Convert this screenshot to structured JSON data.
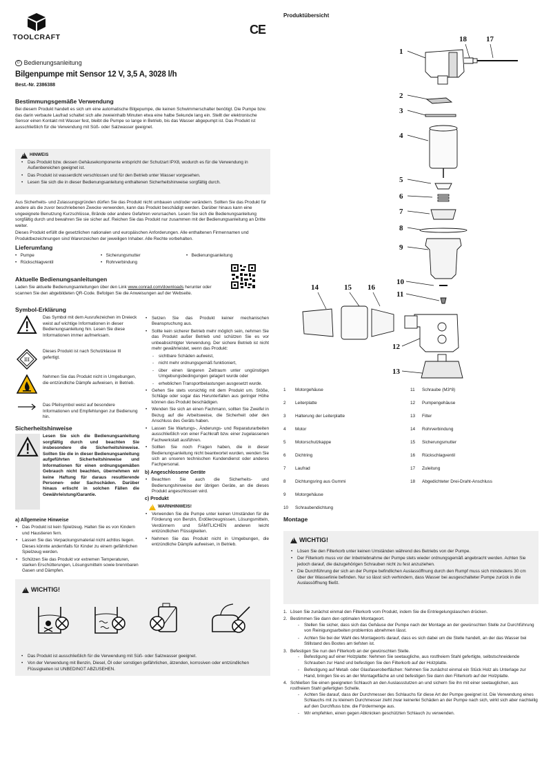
{
  "brand": "TOOLCRAFT",
  "ce_mark": "CE",
  "manual_label": "Bedienungsanleitung",
  "lang_badge": "D",
  "title": "Bilgenpumpe mit Sensor 12 V, 3,5 A, 3028 l/h",
  "order_no": "Best.-Nr. 2386388",
  "intended_use": {
    "heading": "Bestimmungsgemäße Verwendung",
    "text": "Bei diesem Produkt handelt es sich um eine automatische Bilgepumpe, die keinen Schwimmerschalter benötigt. Die Pumpe bzw. das darin verbaute Laufrad schaltet sich alle zweieinhalb Minuten etwa eine halbe Sekunde lang ein. Stellt der elektronische Sensor einen Kontakt mit Wasser fest, bleibt die Pumpe so lange in Betrieb, bis das Wasser abgepumpt ist. Das Produkt ist ausschließlich für die Verwendung mit Süß- oder Salzwasser geeignet."
  },
  "hint": {
    "label": "HINWEIS",
    "items": [
      "Das Produkt bzw. dessen Gehäusekomponente entspricht der Schutzart IPX8, wodurch es für die Verwendung in Außenbereichen geeignet ist.",
      "Das Produkt ist wasserdicht verschlossen und für den Betrieb unter Wasser vorgesehen.",
      "Lesen Sie sich die in dieser Bedienungsanleitung enthaltenen Sicherheitshinweise sorgfältig durch."
    ]
  },
  "safety_para1": "Aus Sicherheits- und Zulassungsgründen dürfen Sie das Produkt nicht umbauen und/oder verändern. Sollten Sie das Produkt für andere als die zuvor beschriebenen Zwecke verwenden, kann das Produkt beschädigt werden. Darüber hinaus kann eine ungeeignete Benutzung Kurzschlüsse, Brände oder andere Gefahren verursachen. Lesen Sie sich die Bedienungsanleitung sorgfältig durch und bewahren Sie sie sicher auf. Reichen Sie das Produkt nur zusammen mit der Bedienungsanleitung an Dritte weiter.",
  "safety_para2": "Dieses Produkt erfüllt die gesetzlichen nationalen und europäischen Anforderungen. Alle enthaltenen Firmennamen und Produktbezeichnungen sind Warenzeichen der jeweiligen Inhaber. Alle Rechte vorbehalten.",
  "delivery": {
    "heading": "Lieferumfang",
    "items": [
      "Pumpe",
      "Sicherungsmutter",
      "Bedienungsanleitung",
      "Rückschlagventil",
      "Rohrverbindung"
    ]
  },
  "current_manuals": {
    "heading": "Aktuelle Bedienungsanleitungen",
    "text_before": "Laden Sie aktuelle Bedienungsanleitungen über den Link ",
    "link": "www.conrad.com/downloads",
    "text_after": " herunter oder scannen Sie den abgebildeten QR-Code. Befolgen Sie die Anweisungen auf der Webseite."
  },
  "symbols": {
    "heading": "Symbol-Erklärung",
    "items": [
      "Das Symbol mit dem Ausrufezeichen im Dreieck weist auf wichtige Informationen in dieser Bedienungsanleitung hin. Lesen Sie diese Informationen immer aufmerksam.",
      "Dieses Produkt ist nach Schutzklasse III gefertigt.",
      "Nehmen Sie das Produkt nicht in Umgebungen, die entzündliche Dämpfe aufweisen, in Betrieb.",
      "Das Pfeilsymbol weist auf besondere Informationen und Empfehlungen zur Bedienung hin."
    ],
    "class3": "III"
  },
  "safety": {
    "heading": "Sicherheitshinweise",
    "bold_text": "Lesen Sie sich die Bedienungsanleitung sorgfältig durch und beachten Sie insbesondere die Sicherheitshinweise. Sollten Sie die in dieser Bedienungsanleitung aufgeführten Sicherheitshinweise und Informationen für einen ordnungsgemäßen Gebrauch nicht beachten, übernehmen wir keine Haftung für daraus resultierende Personen- oder Sachschäden. Darüber hinaus erlischt in solchen Fällen die Gewährleistung/Garantie."
  },
  "general": {
    "heading": "a) Allgemeine Hinweise",
    "items": [
      "Das Produkt ist kein Spielzeug. Halten Sie es von Kindern und Haustieren fern.",
      "Lassen Sie das Verpackungsmaterial nicht achtlos liegen. Dieses könnte andernfalls für Kinder zu einem gefährlichen Spielzeug werden.",
      "Schützen Sie das Produkt vor extremen Temperaturen, starken Erschütterungen, Lösungsmitteln sowie brennbaren Gasen und Dämpfen."
    ]
  },
  "col2": {
    "items_a": [
      "Setzen Sie das Produkt keiner mechanischen Beanspruchung aus.",
      "Sollte kein sicherer Betrieb mehr möglich sein, nehmen Sie das Produkt außer Betrieb und schützen Sie es vor unbeabsichtigter Verwendung. Der sichere Betrieb ist nicht mehr gewährleistet, wenn das Produkt:"
    ],
    "sub": [
      "sichtbare Schäden aufweist,",
      "nicht mehr ordnungsgemäß funktioniert,",
      "über einen längeren Zeitraum unter ungünstigen Umgebungsbedingungen gelagert wurde oder",
      "erheblichen Transportbelastungen ausgesetzt wurde."
    ],
    "items_b": [
      "Gehen Sie stets vorsichtig mit dem Produkt um. Stöße, Schläge oder sogar das Herunterfallen aus geringer Höhe können das Produkt beschädigen.",
      "Wenden Sie sich an einen Fachmann, sollten Sie Zweifel in Bezug auf die Arbeitsweise, die Sicherheit oder den Anschluss des Geräts haben.",
      "Lassen Sie Wartungs-, Änderungs- und Reparaturarbeiten ausschließlich von einer Fachkraft bzw. einer zugelassenen Fachwerkstatt ausführen.",
      "Sollten Sie noch Fragen haben, die in dieser Bedienungsanleitung nicht beantwortet wurden, wenden Sie sich an unseren technischen Kundendienst oder anderes Fachpersonal."
    ],
    "b_heading": "b) Angeschlossene Geräte",
    "b_items": [
      "Beachten Sie auch die Sicherheits- und Bedienungshinweise der übrigen Geräte, an die dieses Produkt angeschlossen wird."
    ],
    "c_heading": "c) Produkt",
    "c_warn": "WARNHINWEIS!",
    "c_items": [
      "Verwenden Sie die Pumpe unter keinen Umständen für die Förderung von Benzin, Erdölerzeugnissen, Lösungsmitteln, Verdünnern und SÄMTLICHEN anderen leicht entzündlichen Flüssigkeiten.",
      "Nehmen Sie das Produkt nicht in Umgebungen, die entzündliche Dämpfe aufweisen, in Betrieb."
    ]
  },
  "warning_box": {
    "label": "WICHTIG!",
    "items": [
      "Das Produkt ist ausschließlich für die Verwendung mit Süß- oder Salzwasser geeignet.",
      "Von der Verwendung mit Benzin, Diesel, Öl oder sonstigen gefährlichen, ätzenden, korrosiven oder entzündlichen Flüssigkeiten ist UNBEDINGT ABZUSEHEN."
    ]
  },
  "overview": {
    "heading": "Produktübersicht",
    "labels": [
      "1",
      "2",
      "3",
      "4",
      "5",
      "6",
      "7",
      "8",
      "9",
      "10",
      "11",
      "12",
      "13",
      "14",
      "15",
      "16",
      "17",
      "18"
    ]
  },
  "parts_left": [
    [
      "1",
      "Motorgehäuse"
    ],
    [
      "2",
      "Leiterplatte"
    ],
    [
      "3",
      "Halterung der Leiterplatte"
    ],
    [
      "4",
      "Motor"
    ],
    [
      "5",
      "Motorschutzkappe"
    ],
    [
      "6",
      "Dichtring"
    ],
    [
      "7",
      "Laufrad"
    ],
    [
      "8",
      "Dichtungsring aus Gummi"
    ],
    [
      "9",
      "Motorgehäuse"
    ],
    [
      "10",
      "Schraubendichtung"
    ]
  ],
  "parts_right": [
    [
      "11",
      "Schraube (M3*8)"
    ],
    [
      "12",
      "Pumpengehäuse"
    ],
    [
      "13",
      "Filter"
    ],
    [
      "14",
      "Rohrverbindung"
    ],
    [
      "15",
      "Sicherungsmutter"
    ],
    [
      "16",
      "Rückschlagventil"
    ],
    [
      "17",
      "Zuleitung"
    ],
    [
      "18",
      "Abgedichteter Drei-Draht-Anschluss"
    ]
  ],
  "montage": {
    "heading": "Montage",
    "warn_label": "WICHTIG!",
    "warn_items": [
      "Lösen Sie den Filterkorb unter keinen Umständen während des Betriebs von der Pumpe.",
      "Der Filterkorb muss vor der Inbetriebnahme der Pumpe stets wieder ordnungsgemäß angebracht werden. Achten Sie jedoch darauf, die dazugehörigen Schrauben nicht zu fest anzuziehen.",
      "Die Durchführung der sich an der Pumpe befindlichen Auslassöffnung durch den Rumpf muss sich mindestens 30 cm über der Wasserlinie befinden. Nur so lässt sich verhindern, dass Wasser bei ausgeschalteter Pumpe zurück in die Auslassöffnung fließt."
    ],
    "steps": [
      {
        "n": "1.",
        "t": "Lösen Sie zunächst einmal den Filterkorb vom Produkt, indem Sie die Entriegelungslaschen drücken.",
        "subs": []
      },
      {
        "n": "2.",
        "t": "Bestimmen Sie dann den optimalen Montageort.",
        "subs": [
          "Stellen Sie sicher, dass sich das Gehäuse der Pumpe nach der Montage an der gewünschten Stelle zur Durchführung von Reinigungsarbeiten problemlos abnehmen lässt.",
          "Achten Sie bei der Wahl des Montageorts darauf, dass es sich dabei um die Stelle handelt, an der das Wasser bei Stillstand des Bootes am tiefsten ist."
        ]
      },
      {
        "n": "3.",
        "t": "Befestigen Sie nun den Filterkorb an der gewünschten Stelle.",
        "subs": [
          "Befestigung auf einer Holzplatte: Nehmen Sie seetaugliche, aus rostfreiem Stahl gefertigte, selbstschneidende Schrauben zur Hand und befestigen Sie den Filterkorb auf der Holzplatte.",
          "Befestigung auf Metall- oder Glasfaseroberflächen: Nehmen Sie zunächst einmal ein Stück Holz als Unterlage zur Hand, bringen Sie es an der Montagefläche an und befestigen Sie dann den Filterkorb auf der Holzplatte."
        ]
      },
      {
        "n": "4.",
        "t": "Schließen Sie einen geeigneten Schlauch an den Auslassstutzen an und sichern Sie ihn mit einer seetauglichen, aus rostfreiem Stahl gefertigten Schelle.",
        "subs": [
          "Achten Sie darauf, dass der Durchmesser des Schlauchs für diese Art der Pumpe geeignet ist. Die Verwendung eines Schlauchs mit zu kleinem Durchmesser zieht zwar keinerlei Schäden an der Pumpe nach sich, wirkt sich aber nachteilig auf den Durchfluss bzw. die Fördermenge aus.",
          "Wir empfehlen, einen gegen Abknicken geschützten Schlauch zu verwenden."
        ]
      }
    ]
  }
}
